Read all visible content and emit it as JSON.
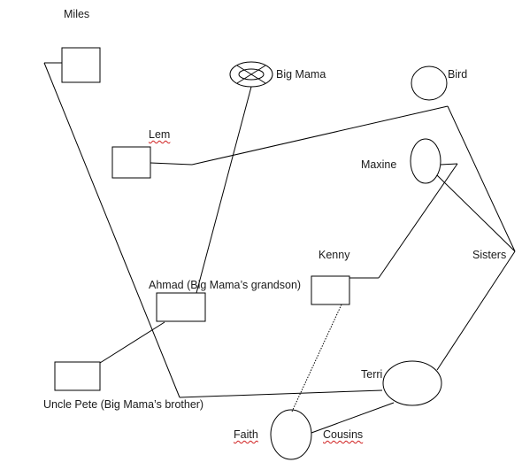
{
  "labels": {
    "miles": "Miles",
    "big_mama": "Big Mama",
    "bird": "Bird",
    "lem": "Lem",
    "maxine": "Maxine",
    "kenny": "Kenny",
    "sisters": "Sisters",
    "ahmad": "Ahmad (Big Mama’s grandson)",
    "terri": "Terri",
    "uncle_pete": "Uncle Pete (Big Mama’s brother)",
    "faith": "Faith",
    "cousins": "Cousins"
  },
  "colors": {
    "stroke": "#000000",
    "text": "#1a1a1a",
    "spellcheck_underline": "#d02020"
  }
}
